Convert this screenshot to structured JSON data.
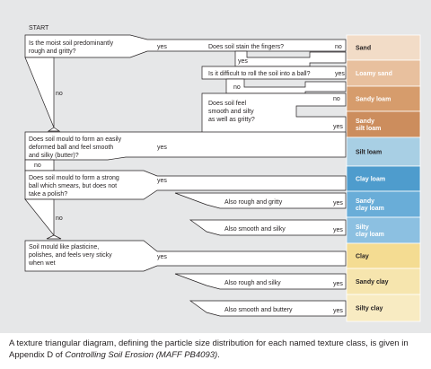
{
  "start": "START",
  "questions": {
    "q1": [
      "Is the moist soil predominantly",
      "rough and gritty?"
    ],
    "q1a": "Does soil stain the fingers?",
    "q1b": "Is it difficult to roll the soil into a ball?",
    "q1c": [
      "Does soil feel",
      "smooth and silty",
      "as well as gritty?"
    ],
    "q2": [
      "Does soil mould to form an easily",
      "deformed ball and feel smooth",
      "and silky (butter)?"
    ],
    "q3": [
      "Does soil mould to form a strong",
      "ball which smears, but does not",
      "take a polish?"
    ],
    "q3a": "Also rough and gritty",
    "q3b": "Also smooth and silky",
    "q4": [
      "Soil mould like plasticine,",
      "polishes, and feels very sticky",
      "when wet"
    ],
    "q4a": "Also rough and silky",
    "q4b": "Also smooth and buttery"
  },
  "answers": {
    "yes": "yes",
    "no": "no"
  },
  "results": [
    {
      "label": [
        "Sand"
      ],
      "color": "#f2dcc7"
    },
    {
      "label": [
        "Loamy sand"
      ],
      "color": "#e8c09e"
    },
    {
      "label": [
        "Sandy loam"
      ],
      "color": "#d69c6c"
    },
    {
      "label": [
        "Sandy",
        "silt loam"
      ],
      "color": "#cc8d5d"
    },
    {
      "label": [
        "Silt loam"
      ],
      "color": "#a8cfe4"
    },
    {
      "label": [
        "Clay loam"
      ],
      "color": "#4e9ccd"
    },
    {
      "label": [
        "Sandy",
        "clay loam"
      ],
      "color": "#69add8"
    },
    {
      "label": [
        "Silty",
        "clay loam"
      ],
      "color": "#8cc0e1"
    },
    {
      "label": [
        "Clay"
      ],
      "color": "#f4dc92"
    },
    {
      "label": [
        "Sandy clay"
      ],
      "color": "#f6e5ae"
    },
    {
      "label": [
        "Silty clay"
      ],
      "color": "#f8ebc2"
    }
  ],
  "caption": {
    "before": "A texture triangular diagram, defining the particle size distribution for each named texture class, is given in Appendix D of ",
    "title": "Controlling Soil Erosion (MAFF PB4093)",
    "after": "."
  }
}
